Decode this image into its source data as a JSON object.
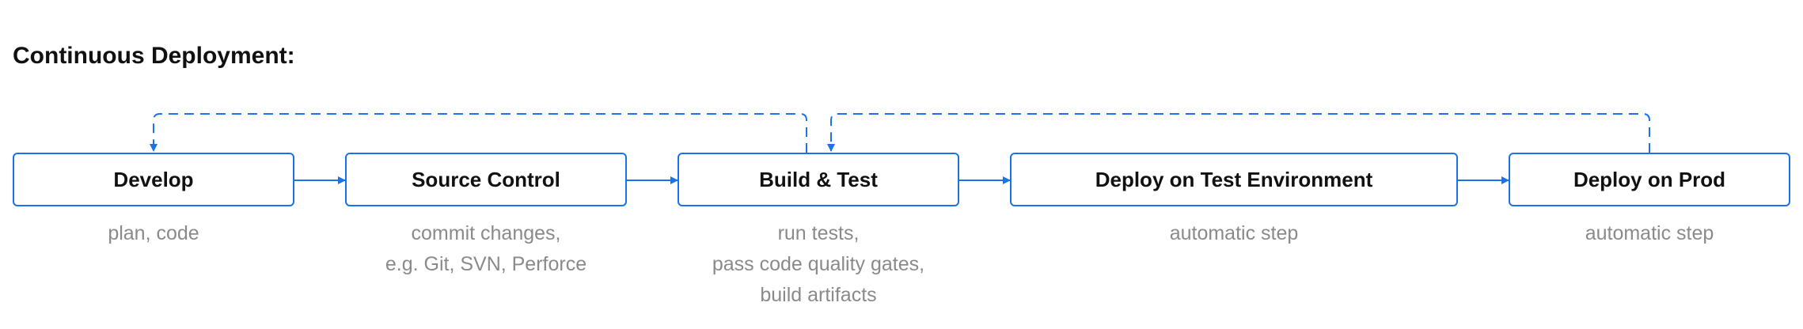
{
  "title": "Continuous Deployment:",
  "colors": {
    "accent": "#1a73e8",
    "caption": "#8a8a8a",
    "text": "#111111"
  },
  "steps": [
    {
      "label": "Develop",
      "caption": [
        "plan, code"
      ]
    },
    {
      "label": "Source Control",
      "caption": [
        "commit changes,",
        "e.g. Git, SVN, Perforce"
      ]
    },
    {
      "label": "Build & Test",
      "caption": [
        "run tests,",
        "pass code quality gates,",
        "build artifacts"
      ]
    },
    {
      "label": "Deploy on Test Environment",
      "caption": [
        "automatic step"
      ]
    },
    {
      "label": "Deploy on Prod",
      "caption": [
        "automatic step"
      ]
    }
  ],
  "flow": {
    "forward": [
      [
        "Develop",
        "Source Control"
      ],
      [
        "Source Control",
        "Build & Test"
      ],
      [
        "Build & Test",
        "Deploy on Test Environment"
      ],
      [
        "Deploy on Test Environment",
        "Deploy on Prod"
      ]
    ],
    "feedback": [
      [
        "Build & Test",
        "Develop"
      ],
      [
        "Deploy on Prod",
        "Build & Test"
      ]
    ]
  }
}
